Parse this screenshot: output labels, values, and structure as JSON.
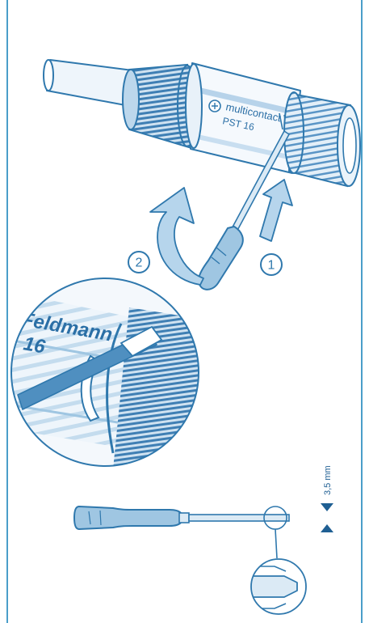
{
  "illustration": {
    "connector_brand": "multicontact",
    "connector_model": "PST 16",
    "zoom_brand": "Feldmann",
    "zoom_model": "16",
    "step_1": "1",
    "step_2": "2",
    "screwdriver_tip_width": "3,5 mm"
  },
  "colors": {
    "line": "#2f78ad",
    "fill_light": "#dbeaf5",
    "fill_mid": "#9fc6e2",
    "fill_dark": "#4f8fc0",
    "frame": "#4a9ec9"
  }
}
